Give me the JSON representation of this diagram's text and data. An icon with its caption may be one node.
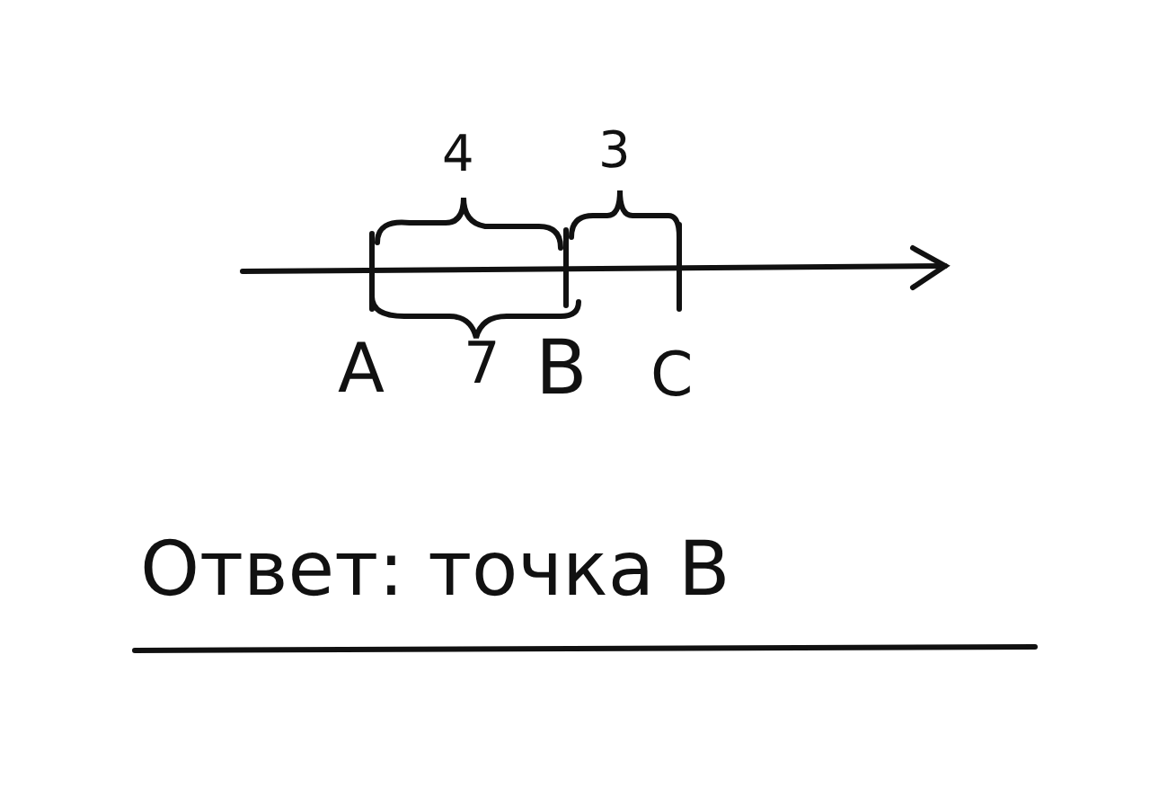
{
  "diagram": {
    "labels": [
      "4",
      "3",
      "A",
      "7",
      "B",
      "C",
      "Ответ: точка B"
    ]
  }
}
